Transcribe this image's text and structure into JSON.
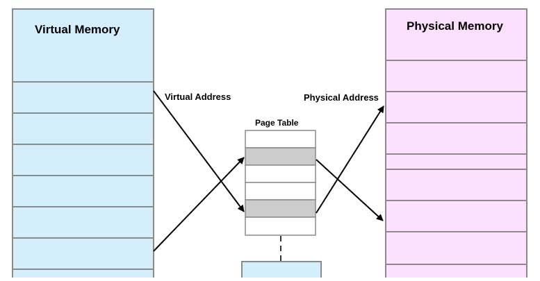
{
  "virtual_memory": {
    "title": "Virtual Memory",
    "fill": "#d5eefb",
    "page_count": 7
  },
  "physical_memory": {
    "title": "Physical Memory",
    "fill": "#fde0fd",
    "page_count": 7
  },
  "page_table": {
    "title": "Page Table",
    "entry_count": 6,
    "highlighted_entries": [
      1,
      4
    ],
    "highlight_fill": "#cccccc"
  },
  "arrows": {
    "virtual_address_label": "Virtual Address",
    "physical_address_label": "Physical Address"
  },
  "colors": {
    "stroke": "#8a8a8a",
    "arrow": "#000000",
    "lower_box_fill": "#d5eefb"
  }
}
